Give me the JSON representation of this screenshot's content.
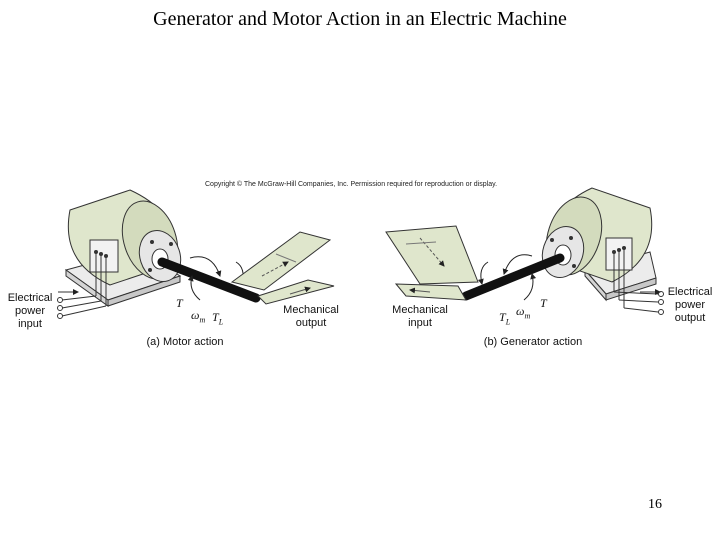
{
  "slide": {
    "title": "Generator and Motor Action in an Electric Machine",
    "page_number": "16",
    "copyright": "Copyright © The McGraw-Hill Companies, Inc. Permission required for reproduction or display."
  },
  "motor": {
    "caption": "(a) Motor action",
    "input_label_1": "Electrical",
    "input_label_2": "power",
    "input_label_3": "input",
    "output_label_1": "Mechanical",
    "output_label_2": "output",
    "torque": "T",
    "omega": "ω",
    "omega_sub": "m",
    "load_torque": "T",
    "load_sub": "L"
  },
  "generator": {
    "caption": "(b) Generator action",
    "input_label_1": "Mechanical",
    "input_label_2": "input",
    "output_label_1": "Electrical",
    "output_label_2": "power",
    "output_label_3": "output",
    "torque": "T",
    "omega": "ω",
    "omega_sub": "m",
    "load_torque": "T",
    "load_sub": "L"
  },
  "colors": {
    "machine_body": "#dfe6cc",
    "base": "#ececec",
    "shaft": "#111111",
    "belt": "#dfe6cc"
  }
}
